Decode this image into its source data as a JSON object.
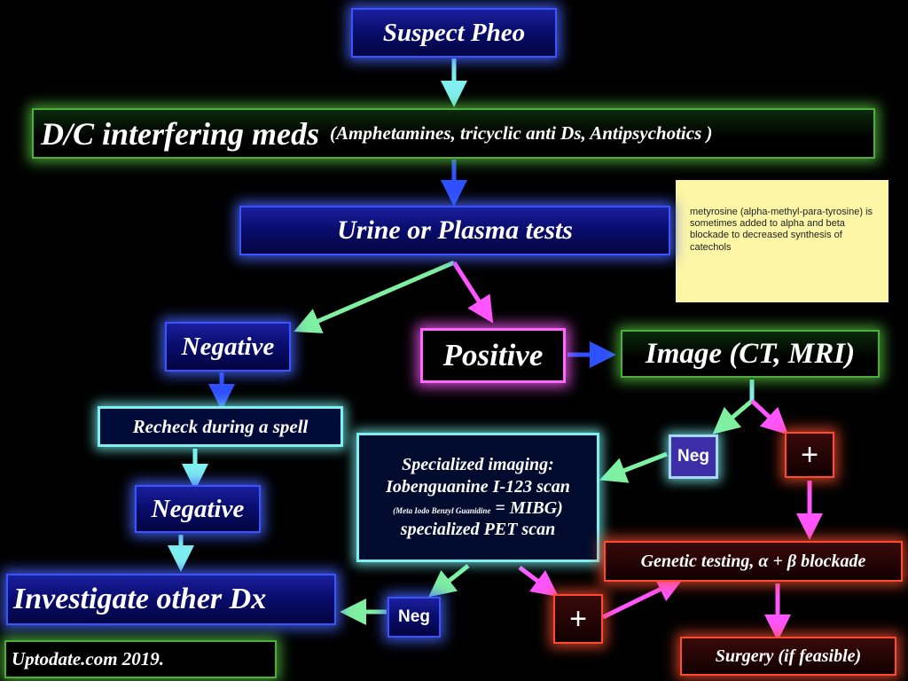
{
  "nodes": {
    "suspect": "Suspect Pheo",
    "dc_main": "D/C interfering meds",
    "dc_detail": "(Amphetamines, tricyclic anti Ds, Antipsychotics )",
    "urine": "Urine or Plasma tests",
    "negative1": "Negative",
    "positive": "Positive",
    "image": "Image  (CT, MRI)",
    "recheck": "Recheck during a spell",
    "negative2": "Negative",
    "neg_image": "Neg",
    "plus_image": "+",
    "specialized_line1": "Specialized imaging:",
    "specialized_line2": "Iobenguanine I-123 scan",
    "specialized_line3_small": "(Meta Iodo Benzyl  Guanidine",
    "specialized_line3_rest": "  = MIBG)",
    "specialized_line4": "specialized PET scan",
    "genetic": "Genetic testing, α + β blockade",
    "investigate": "Investigate other Dx",
    "neg_spec": "Neg",
    "plus_spec": "+",
    "surgery": "Surgery (if feasible)",
    "source": "Uptodate.com  2019."
  },
  "note": {
    "text": "metyrosine (alpha-methyl-para-tyrosine) is sometimes added to alpha and beta blockade to decreased synthesis of catechols"
  }
}
